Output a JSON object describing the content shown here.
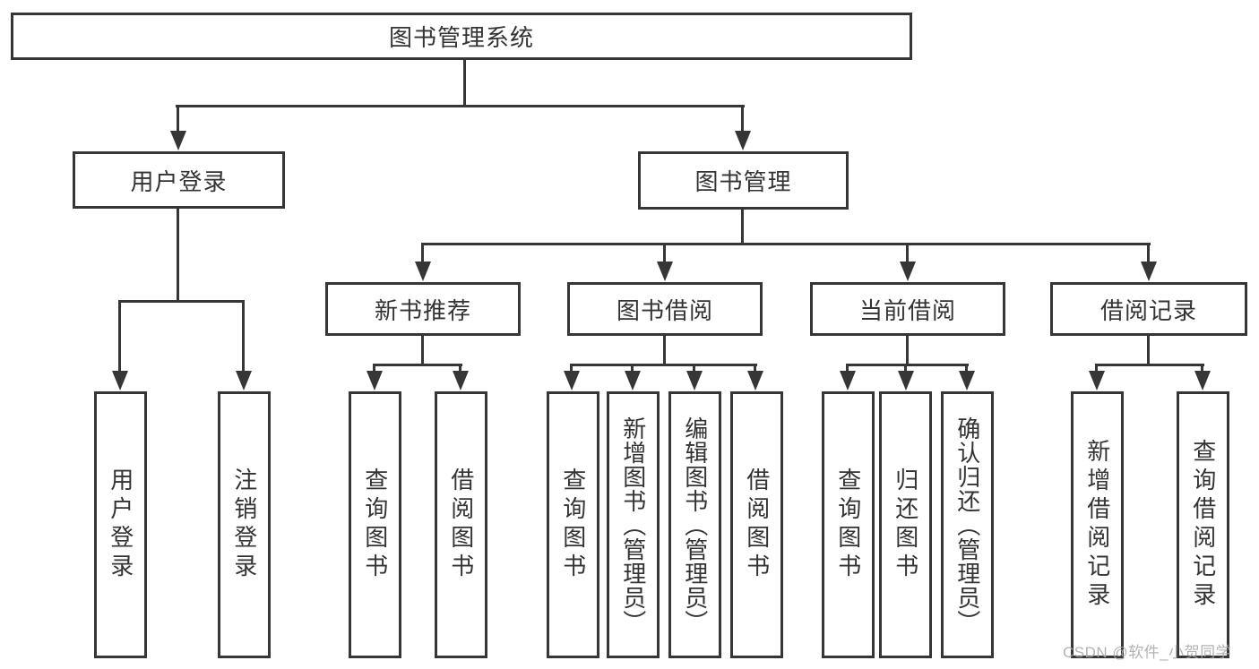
{
  "tree": {
    "root": {
      "label": "图书管理系统",
      "children": [
        {
          "label": "用户登录",
          "children": [
            {
              "label": "用户登录"
            },
            {
              "label": "注销登录"
            }
          ]
        },
        {
          "label": "图书管理",
          "children": [
            {
              "label": "新书推荐",
              "children": [
                {
                  "label": "查询图书"
                },
                {
                  "label": "借阅图书"
                }
              ]
            },
            {
              "label": "图书借阅",
              "children": [
                {
                  "label": "查询图书"
                },
                {
                  "label": "新增图书（管理员）"
                },
                {
                  "label": "编辑图书（管理员）"
                },
                {
                  "label": "借阅图书"
                }
              ]
            },
            {
              "label": "当前借阅",
              "children": [
                {
                  "label": "查询图书"
                },
                {
                  "label": "归还图书"
                },
                {
                  "label": "确认归还（管理员）"
                }
              ]
            },
            {
              "label": "借阅记录",
              "children": [
                {
                  "label": "新增借阅记录"
                },
                {
                  "label": "查询借阅记录"
                }
              ]
            }
          ]
        }
      ]
    }
  },
  "watermark": {
    "text": "CSDN @软件_小贺同学"
  },
  "colors": {
    "line": "#363636",
    "text": "#333333",
    "background": "#ffffff",
    "watermark": "#a8a8a8"
  }
}
